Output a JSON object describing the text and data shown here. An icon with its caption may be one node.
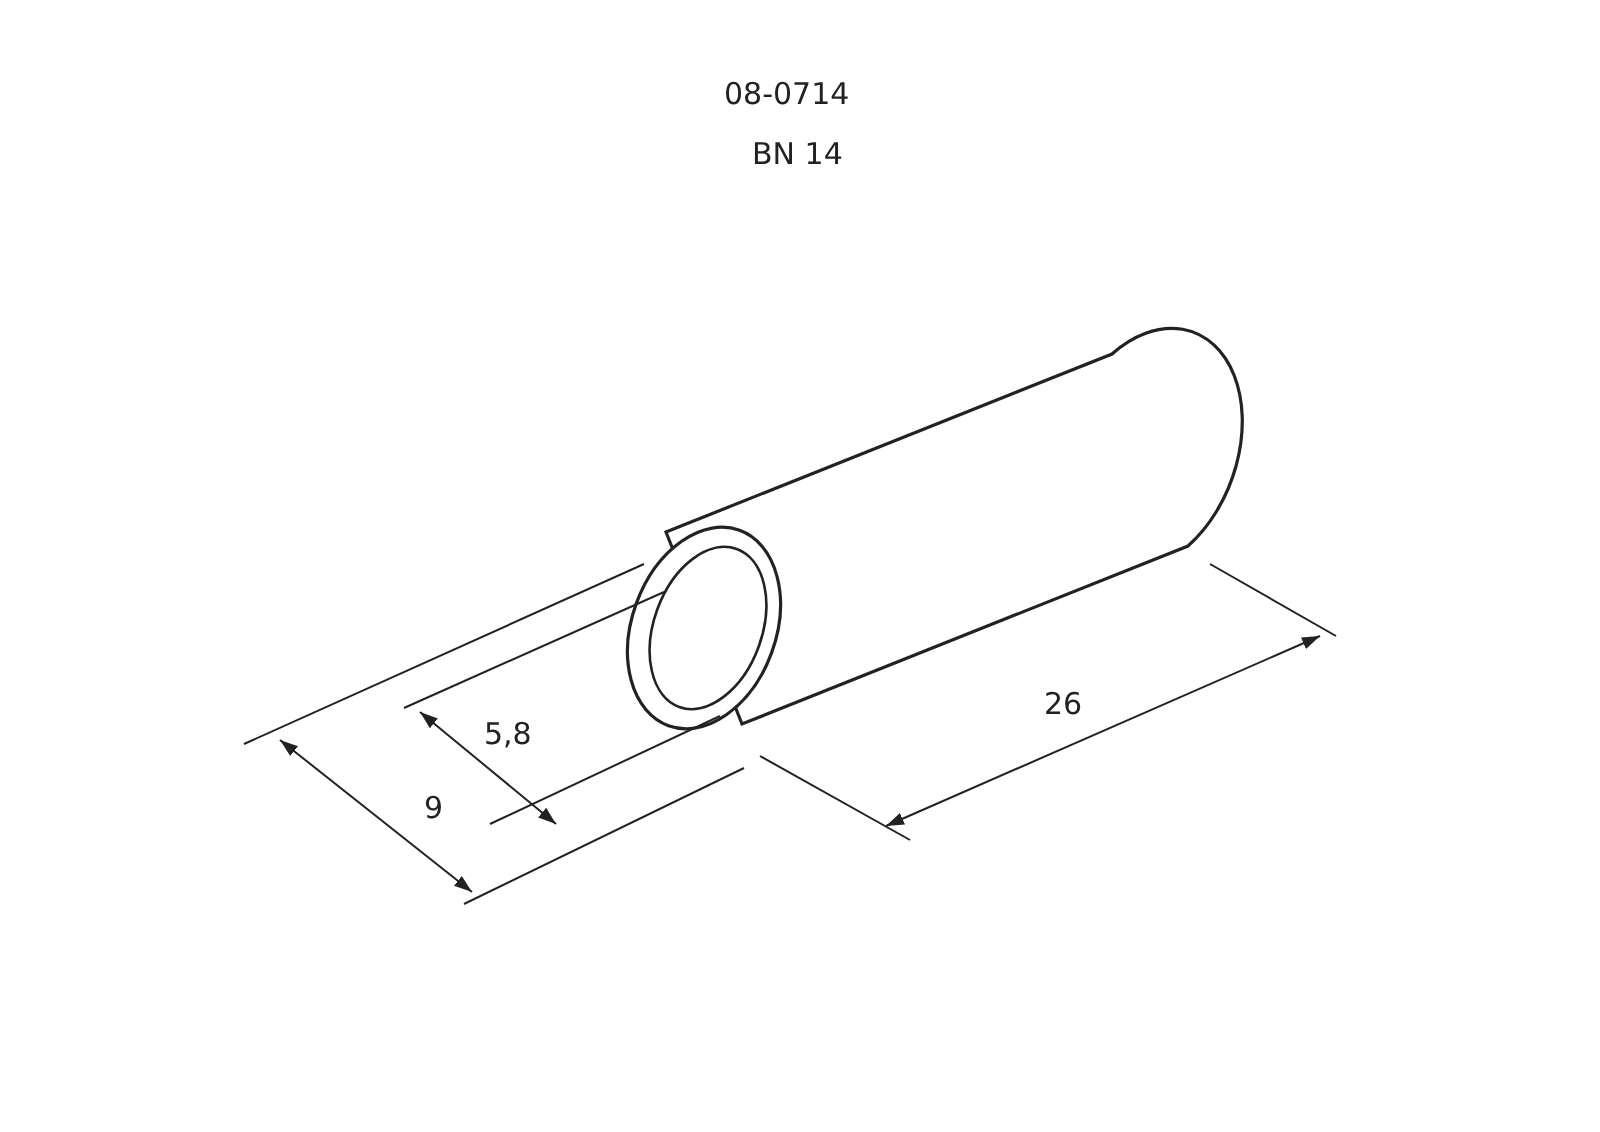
{
  "diagram": {
    "labels": [
      "08-0714",
      "BN 14",
      "26",
      "5,8",
      "9"
    ]
  }
}
